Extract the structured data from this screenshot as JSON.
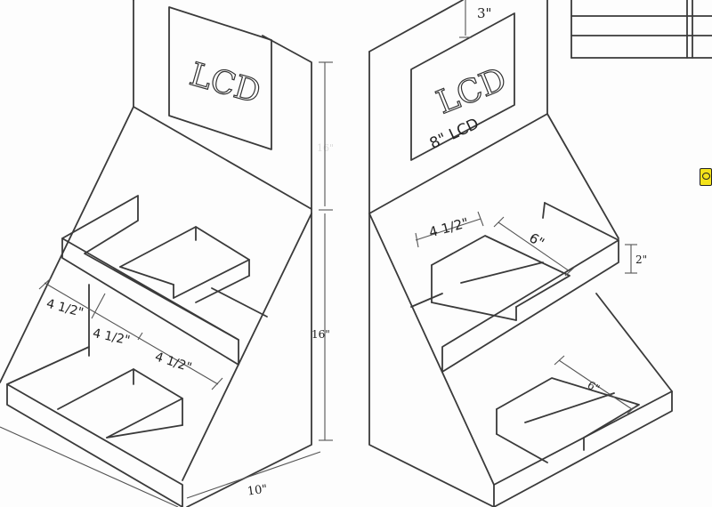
{
  "left_display": {
    "header_text": "LCD",
    "dimensions": {
      "height_upper": "16\"",
      "height_lower": "16\"",
      "depth_bottom": "10\"",
      "shelf_width_1": "4 1/2\"",
      "shelf_width_2": "4 1/2\"",
      "shelf_width_3": "4 1/2\""
    }
  },
  "right_display": {
    "header_text": "LCD",
    "screen_note": "8\" LCD",
    "dimensions": {
      "header_margin": "3\"",
      "tray_width": "4 1/2\"",
      "tray_length_top": "6\"",
      "tray_length_bottom": "6\"",
      "lip_height": "2\""
    }
  },
  "colors": {
    "line": "#3a3a3a",
    "note_icon": "#f3e21a"
  },
  "icons": [
    "note-icon"
  ]
}
